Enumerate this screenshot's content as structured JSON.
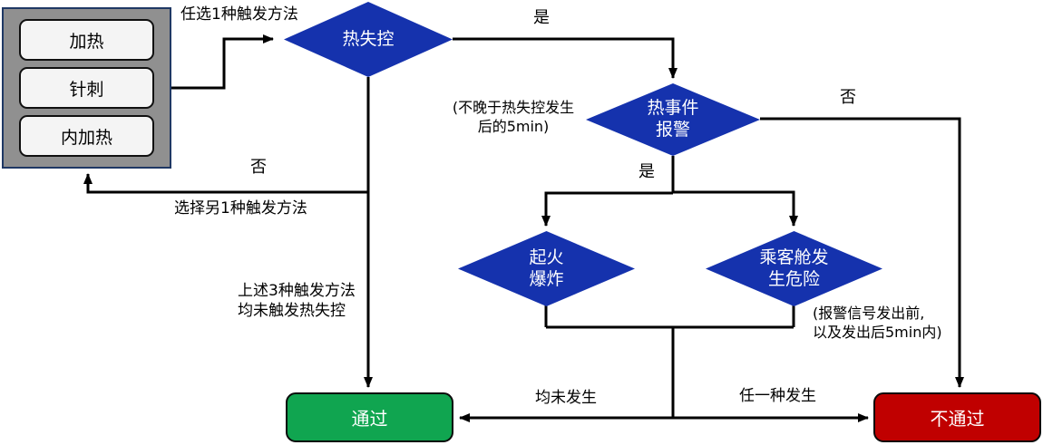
{
  "diagram": {
    "trigger_box": {
      "items": [
        "加热",
        "针刺",
        "内加热"
      ]
    },
    "nodes": {
      "thermal_runaway": "热失控",
      "thermal_event_alarm": "热事件\n报警",
      "fire_explosion": "起火\n爆炸",
      "cabin_danger": "乘客舱发\n生危险",
      "pass": "通过",
      "fail": "不通过"
    },
    "edge_labels": {
      "pick_one_trigger": "任选1种触发方法",
      "yes_top": "是",
      "no_top_right": "否",
      "yes_below_alarm": "是",
      "no_loop": "否",
      "choose_another": "选择另1种触发方法",
      "none_triggered": "上述3种触发方法\n均未触发热失控",
      "alarm_time_note": "(不晚于热失控发生\n后的5min)",
      "danger_time_note": "(报警信号发出前,\n以及发出后5min内)",
      "neither_occurred": "均未发生",
      "any_occurred": "任一种发生"
    },
    "colors": {
      "diamond_blue": "#1532AD",
      "pass_green": "#10A550",
      "fail_red": "#C00000",
      "box_gray": "#909090",
      "box_border_navy": "#1F3864",
      "line_black": "#000000"
    }
  }
}
